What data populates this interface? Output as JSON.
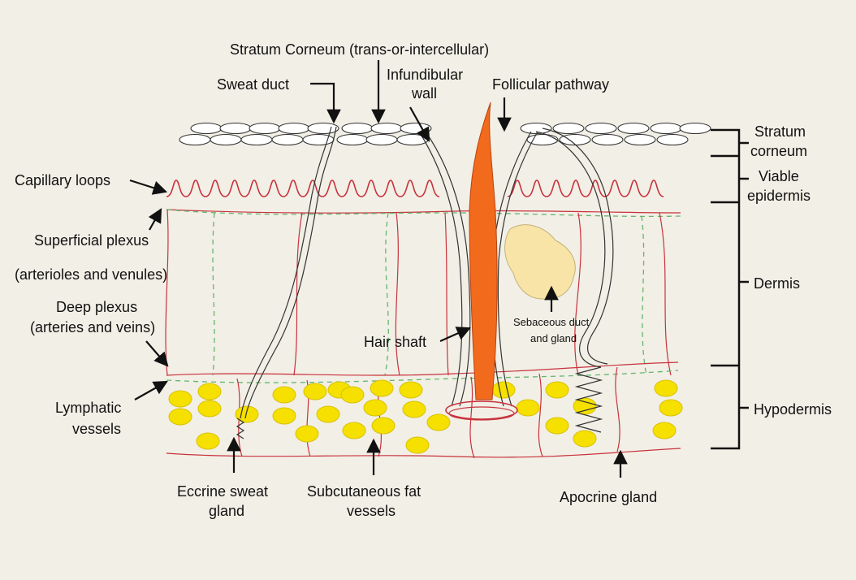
{
  "labels": {
    "stratum_corneum_route": "Stratum Corneum (trans-or-intercellular)",
    "sweat_duct": "Sweat duct",
    "infundibular_line1": "Infundibular",
    "infundibular_line2": "wall",
    "follicular_pathway": "Follicular pathway",
    "capillary_loops": "Capillary loops",
    "superficial_line1": "Superficial plexus",
    "superficial_line2": "(arterioles and venules)",
    "deep_line1": "Deep plexus",
    "deep_line2": "(arteries and veins)",
    "lymphatic_line1": "Lymphatic",
    "lymphatic_line2": "vessels",
    "hair_shaft": "Hair shaft",
    "sebaceous_line1": "Sebaceous duct",
    "sebaceous_line2": "and gland",
    "eccrine_line1": "Eccrine sweat",
    "eccrine_line2": "gland",
    "subcut_line1": "Subcutaneous fat",
    "subcut_line2": "vessels",
    "apocrine": "Apocrine gland"
  },
  "layers": {
    "stratum_corneum_line1": "Stratum",
    "stratum_corneum_line2": "corneum",
    "viable_epidermis_line1": "Viable",
    "viable_epidermis_line2": "epidermis",
    "dermis": "Dermis",
    "hypodermis": "Hypodermis"
  },
  "colors": {
    "background": "#f2efe6",
    "capillary": "#c8323c",
    "lymphatic": "#63b66f",
    "hair": "#f26a1b",
    "sebaceous_gland": "#f7e4a6",
    "fat_cells": "#f5e000"
  }
}
